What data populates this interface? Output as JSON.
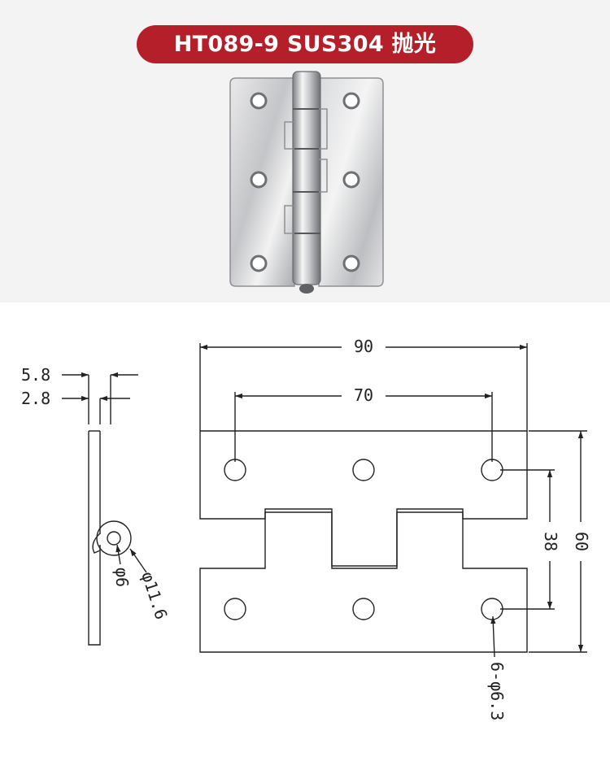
{
  "title": "HT089-9 SUS304 抛光",
  "dimensions": {
    "total_width": "90",
    "hole_spacing": "70",
    "total_height": "60",
    "hole_row_spacing": "38",
    "plate_thickness_outer": "5.8",
    "plate_thickness_inner": "2.8",
    "pin_diameter": "φ6",
    "knuckle_diameter": "φ11.6",
    "holes": "6-φ6.3"
  }
}
